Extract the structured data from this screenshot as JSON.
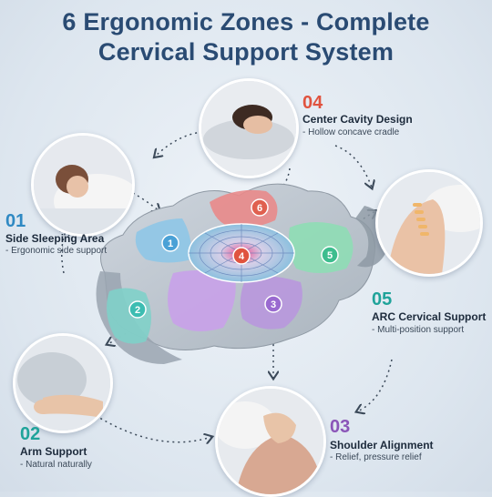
{
  "title": {
    "line1": "6 Ergonomic Zones - Complete",
    "line2": "Cervical Support System"
  },
  "zones": [
    {
      "number": "01",
      "title": "Side Sleeping Area",
      "desc": "- Ergonomic side support"
    },
    {
      "number": "02",
      "title": "Arm Support",
      "desc": "- Natural naturally"
    },
    {
      "number": "03",
      "title": "Shoulder Alignment",
      "desc": "- Relief, pressure relief"
    },
    {
      "number": "04",
      "title": "Center Cavity Design",
      "desc": "- Hollow concave cradle"
    },
    {
      "number": "05",
      "title": "ARC Cervical Support",
      "desc": "- Multi-position support"
    }
  ],
  "badges": [
    "1",
    "2",
    "3",
    "4",
    "5",
    "6"
  ],
  "colors": {
    "title": "#2a4b73",
    "zone1": "#2f89c3",
    "zone2": "#1fa39a",
    "zone3": "#8b55b8",
    "zone4": "#e0533f",
    "zone5": "#1fa39a",
    "zone6_pad": "#e98a8a",
    "pad1": "#8fc7e6",
    "pad3": "#b898dc",
    "pad4": "#f0c0d8",
    "pad5": "#8fdcb5"
  }
}
